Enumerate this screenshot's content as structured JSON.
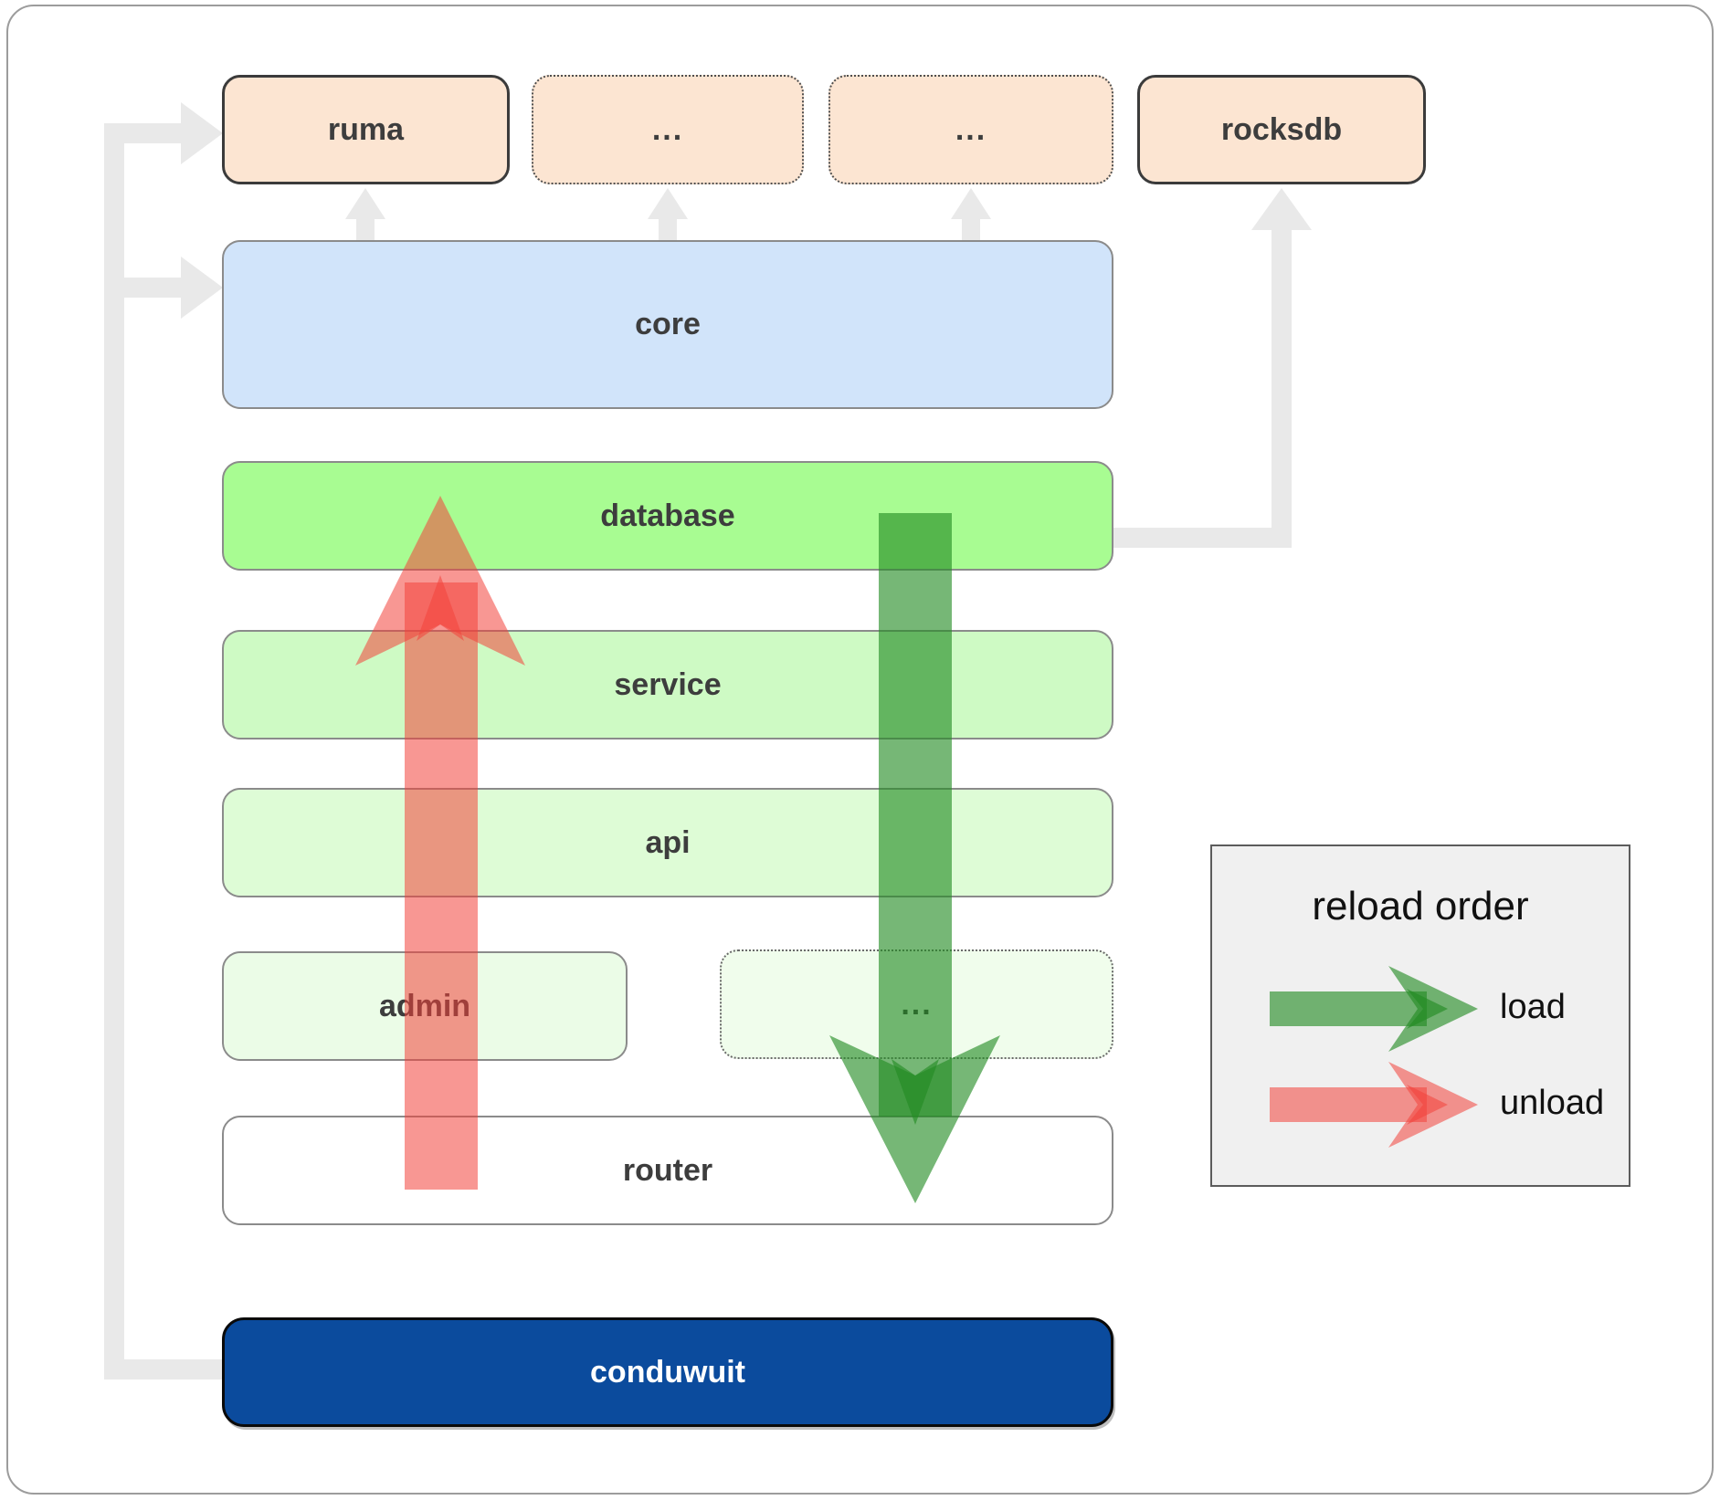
{
  "diagram": {
    "top_row": [
      {
        "label": "ruma",
        "style": "solid"
      },
      {
        "label": "...",
        "style": "dotted"
      },
      {
        "label": "...",
        "style": "dotted"
      },
      {
        "label": "rocksdb",
        "style": "solid"
      }
    ],
    "layers": [
      {
        "label": "core"
      },
      {
        "label": "database"
      },
      {
        "label": "service"
      },
      {
        "label": "api"
      }
    ],
    "admin_row": [
      {
        "label": "admin",
        "style": "solid"
      },
      {
        "label": "...",
        "style": "dotted"
      }
    ],
    "router_label": "router",
    "app_label": "conduwuit"
  },
  "legend": {
    "title": "reload order",
    "items": [
      {
        "label": "load",
        "color": "#228b22"
      },
      {
        "label": "unload",
        "color": "#f3423a"
      }
    ]
  },
  "colors": {
    "peach_box": "#fce5d2",
    "core_box": "#d1e4fa",
    "database_box": "#a8fc92",
    "service_box": "#cefac4",
    "api_box": "#defcd6",
    "admin_box": "#ebfce7",
    "admin_dotted_box": "#f0fdec",
    "router_box": "#ffffff",
    "app_box": "#0b4b9d",
    "connector": "#e9e9e9",
    "load_arrow": "#228b22",
    "unload_arrow": "#f3423a"
  }
}
